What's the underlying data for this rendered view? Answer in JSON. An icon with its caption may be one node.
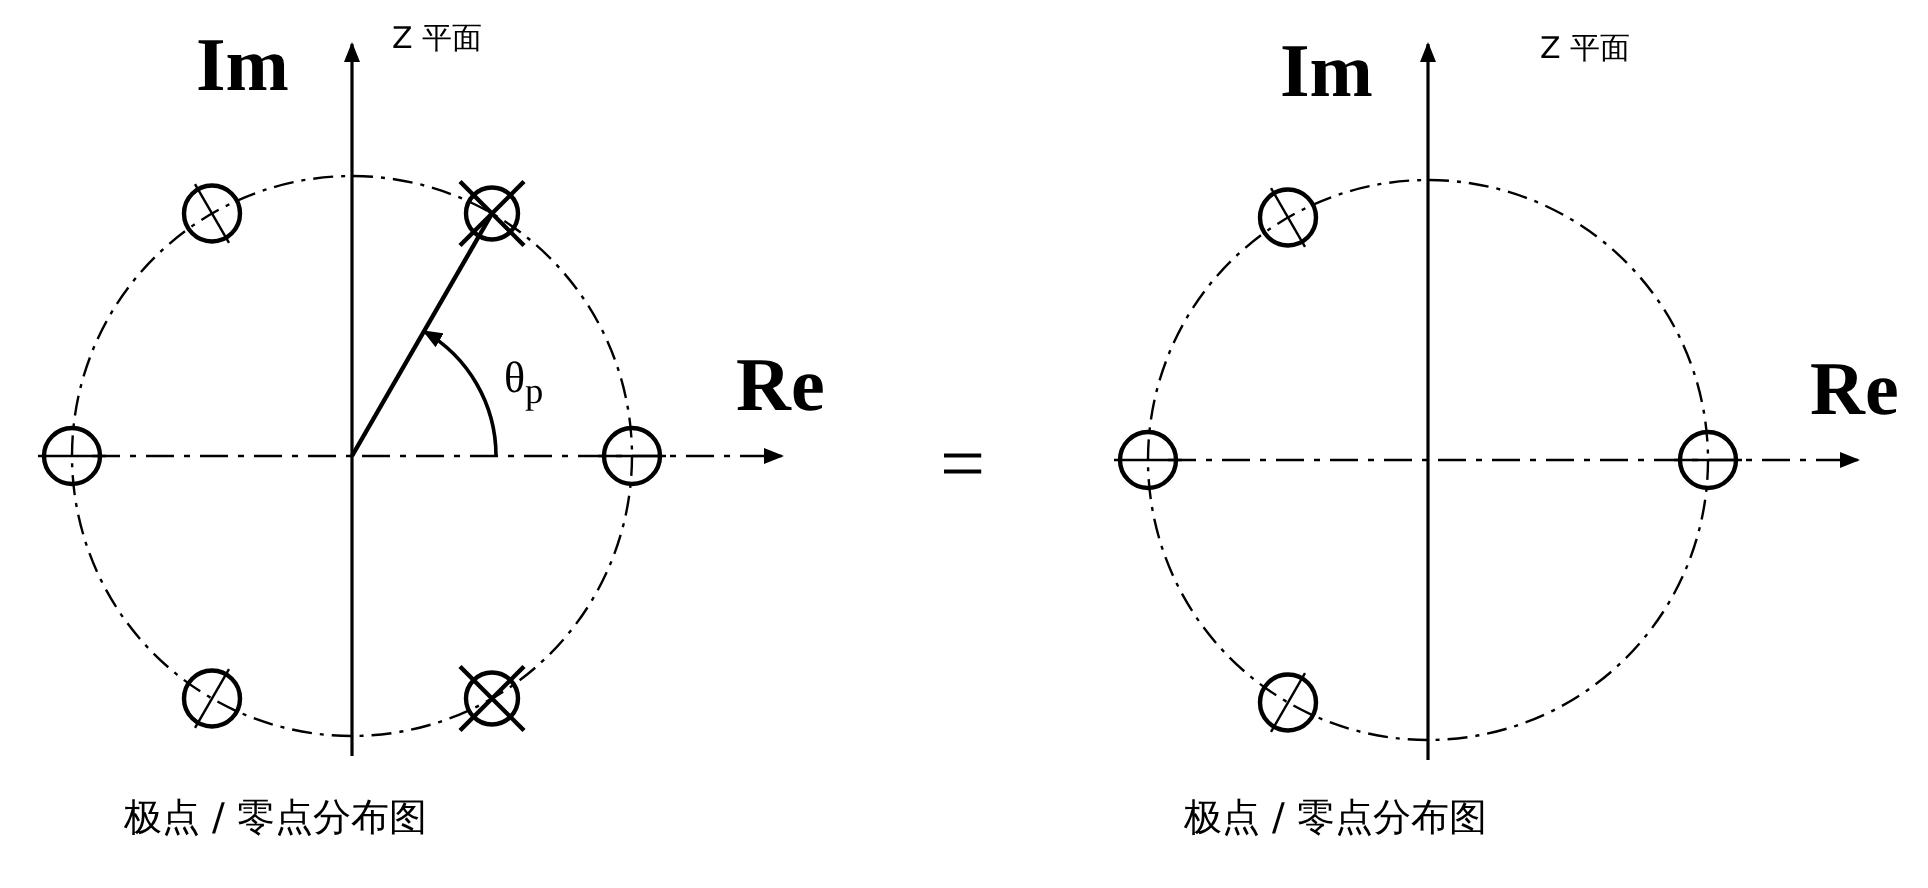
{
  "diagram": {
    "labels": [
      "Im",
      "Z 平面",
      "θ$_{p}$",
      "Re",
      "=",
      "Im",
      "Z 平面",
      "Re",
      "极点 / 零点分布图",
      "极点 / 零点分布图"
    ]
  }
}
